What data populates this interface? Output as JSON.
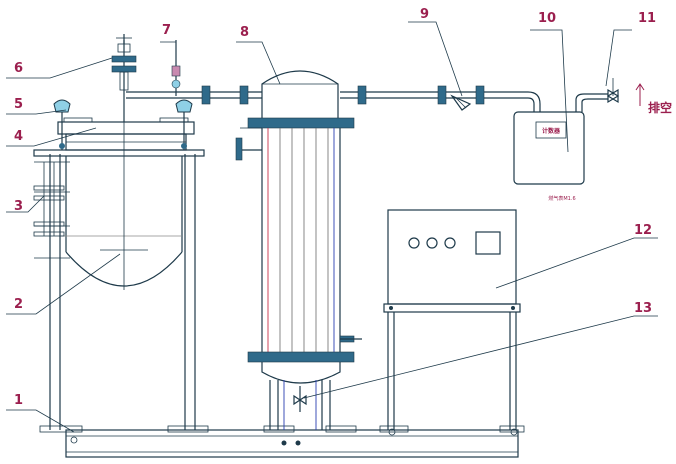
{
  "callouts": [
    "1",
    "2",
    "3",
    "4",
    "5",
    "6",
    "7",
    "8",
    "9",
    "10",
    "11",
    "12",
    "13"
  ],
  "meter_panel_label": "计数器",
  "meter_caption": "燃气表M1.6",
  "exhaust_label": "排空",
  "colors": {
    "ink": "#1e3a4a",
    "callout": "#9b1f4e",
    "tube_red": "#c8304a",
    "tube_blue": "#2a3fb0",
    "flange": "#2f6a8a"
  }
}
